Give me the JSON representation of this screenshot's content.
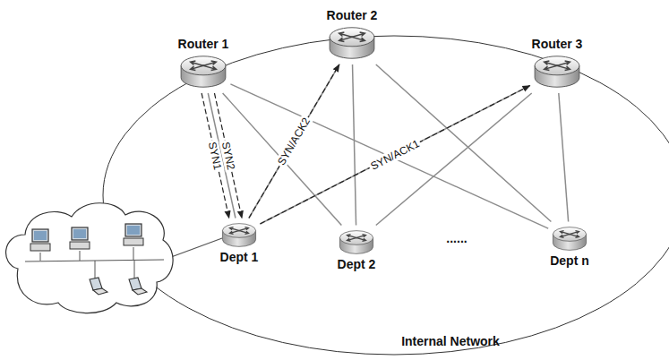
{
  "diagram": {
    "nodes": [
      {
        "text": [
          "Router 1"
        ]
      },
      {
        "text": [
          "Router 2"
        ]
      },
      {
        "text": [
          "Router 3"
        ]
      },
      {
        "text": [
          "Dept 1"
        ]
      },
      {
        "text": [
          "Dept 2"
        ]
      },
      {
        "text": [
          "Dept n"
        ]
      }
    ],
    "edges": [
      {
        "from": 0,
        "to": 3,
        "arrow": "none"
      },
      {
        "from": 0,
        "to": 4,
        "arrow": "none"
      },
      {
        "from": 0,
        "to": 5,
        "arrow": "none"
      },
      {
        "from": 1,
        "to": 3,
        "arrow": "none"
      },
      {
        "from": 1,
        "to": 4,
        "arrow": "none"
      },
      {
        "from": 1,
        "to": 5,
        "arrow": "none"
      },
      {
        "from": 2,
        "to": 3,
        "arrow": "none"
      },
      {
        "from": 2,
        "to": 4,
        "arrow": "none"
      },
      {
        "from": 2,
        "to": 5,
        "arrow": "none"
      },
      {
        "from": 0,
        "to": 3,
        "label": "SYN2",
        "arrow": "to"
      },
      {
        "from": 0,
        "to": 3,
        "label": "SYN1",
        "arrow": "to"
      },
      {
        "from": 3,
        "to": 1,
        "label": "SYN/ACK2",
        "arrow": "to"
      },
      {
        "from": 3,
        "to": 2,
        "label": "SYN/ACK1",
        "arrow": "to"
      }
    ],
    "labels": [
      "......",
      "Internal Network"
    ]
  }
}
